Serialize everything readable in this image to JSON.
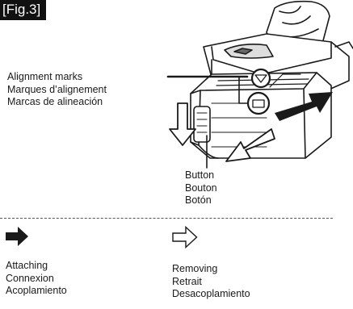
{
  "figure": {
    "tag": "[Fig.3]"
  },
  "callouts": {
    "alignment": [
      "Alignment marks",
      "Marques d’alignement",
      "Marcas de alineación"
    ],
    "button": [
      "Button",
      "Bouton",
      "Botón"
    ]
  },
  "legend": {
    "attaching": {
      "icon": "solid-arrow-icon",
      "lines": [
        "Attaching",
        "Connexion",
        "Acoplamiento"
      ]
    },
    "removing": {
      "icon": "outline-arrow-icon",
      "lines": [
        "Removing",
        "Retrait",
        "Desacoplamiento"
      ]
    }
  }
}
